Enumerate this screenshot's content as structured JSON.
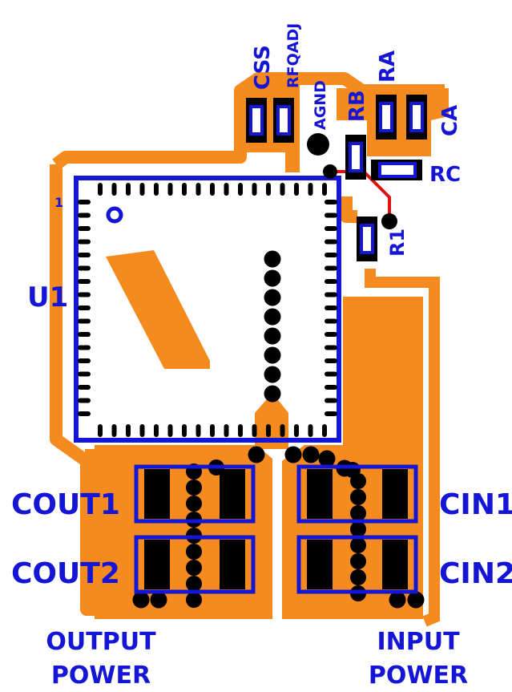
{
  "colors": {
    "copper": "#F58A1F",
    "outline": "#1515D6",
    "pad": "#000000",
    "trace": "#E01010",
    "text": "#1515D6",
    "background": "#FFFFFF"
  },
  "labels": {
    "u1": "U1",
    "pin1": "1",
    "css": "CSS",
    "rfqadj": "RFQADJ",
    "agnd": "AGND",
    "rb": "RB",
    "ra": "RA",
    "ca": "CA",
    "rc": "RC",
    "r1": "R1",
    "cout1": "COUT1",
    "cout2": "COUT2",
    "cin1": "CIN1",
    "cin2": "CIN2",
    "output_power_line1": "OUTPUT",
    "output_power_line2": "POWER",
    "input_power_line1": "INPUT",
    "input_power_line2": "POWER"
  }
}
